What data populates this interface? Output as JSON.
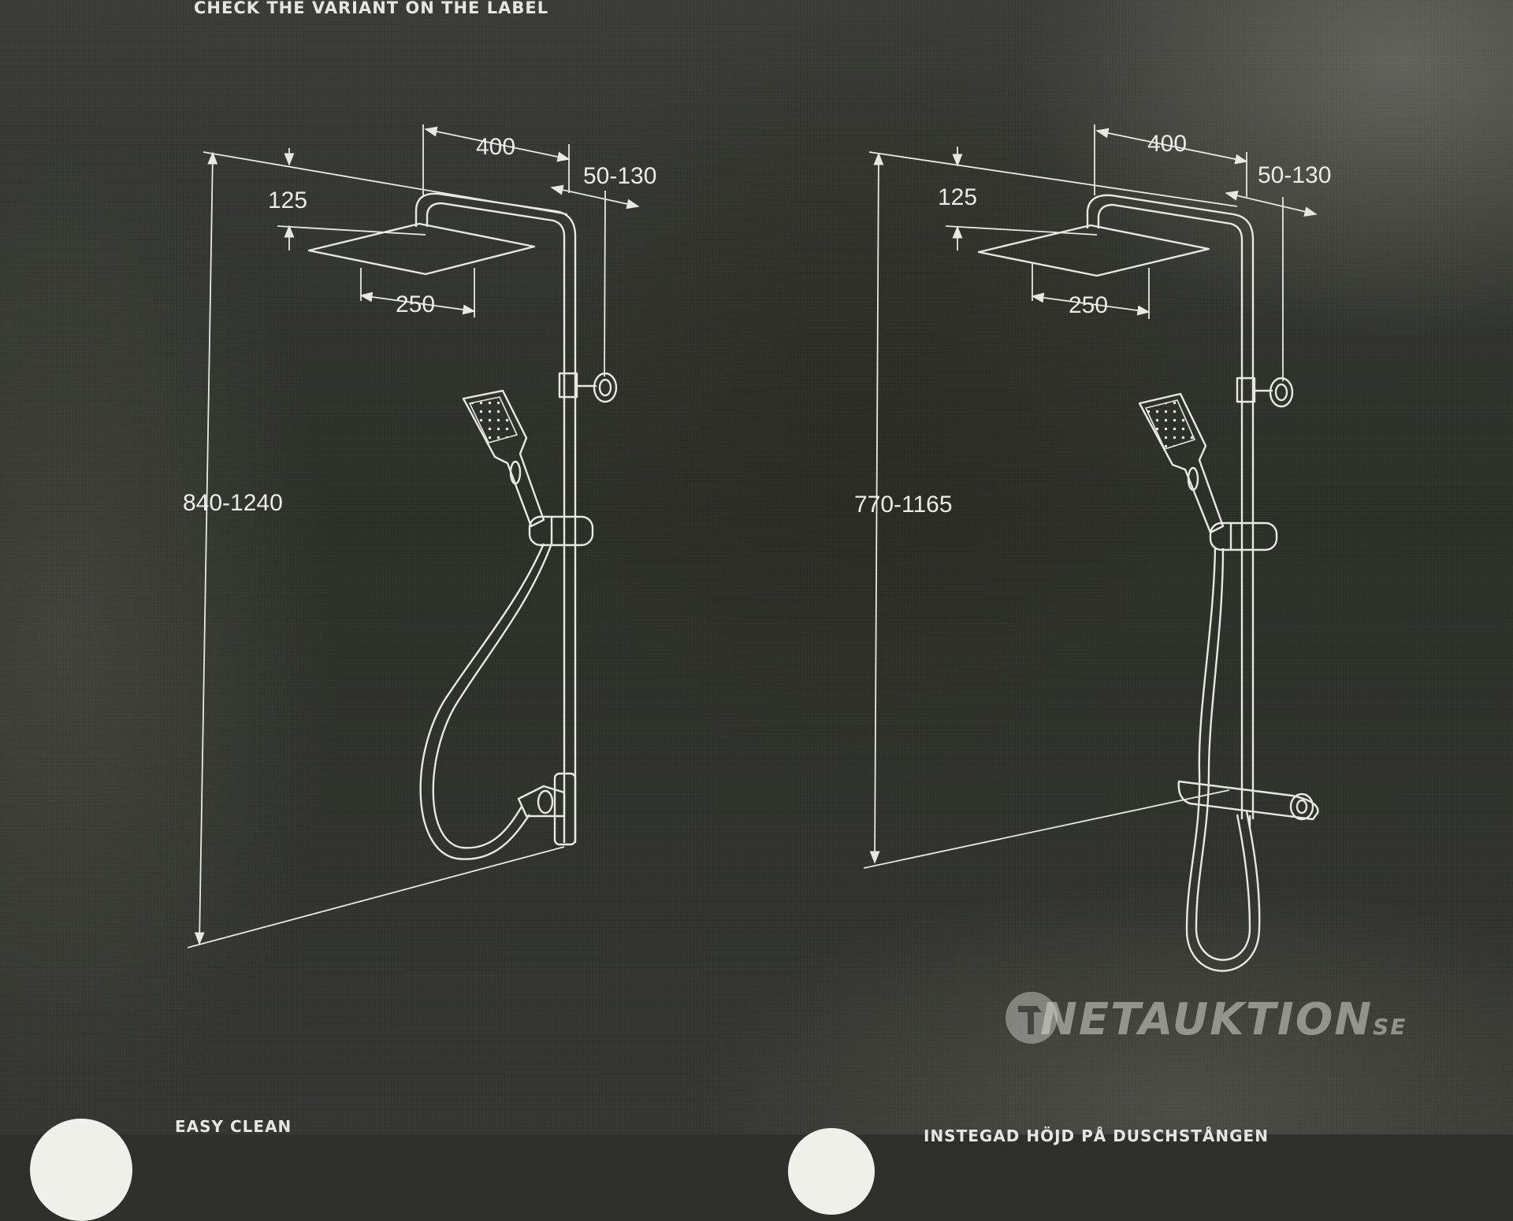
{
  "header": {
    "top_label": "CHECK THE VARIANT ON THE LABEL"
  },
  "diagrams": [
    {
      "height_range": "770-1165",
      "width_top": "400",
      "wall_offset": "50-130",
      "head_height": "125",
      "head_width": "250"
    },
    {
      "height_range": "840-1240",
      "width_top": "400",
      "wall_offset": "50-130",
      "head_height": "125",
      "head_width": "250"
    }
  ],
  "footer": {
    "left_caption": "EASY CLEAN",
    "right_caption": "INSTEGAD HÖJD PÅ DUSCHSTÅNGEN"
  },
  "watermark": {
    "name": "NETAUKTION",
    "suffix": "SE",
    "icon": "hammer-icon"
  },
  "colors": {
    "background": "#2f302c",
    "line": "#e8e8e2"
  }
}
